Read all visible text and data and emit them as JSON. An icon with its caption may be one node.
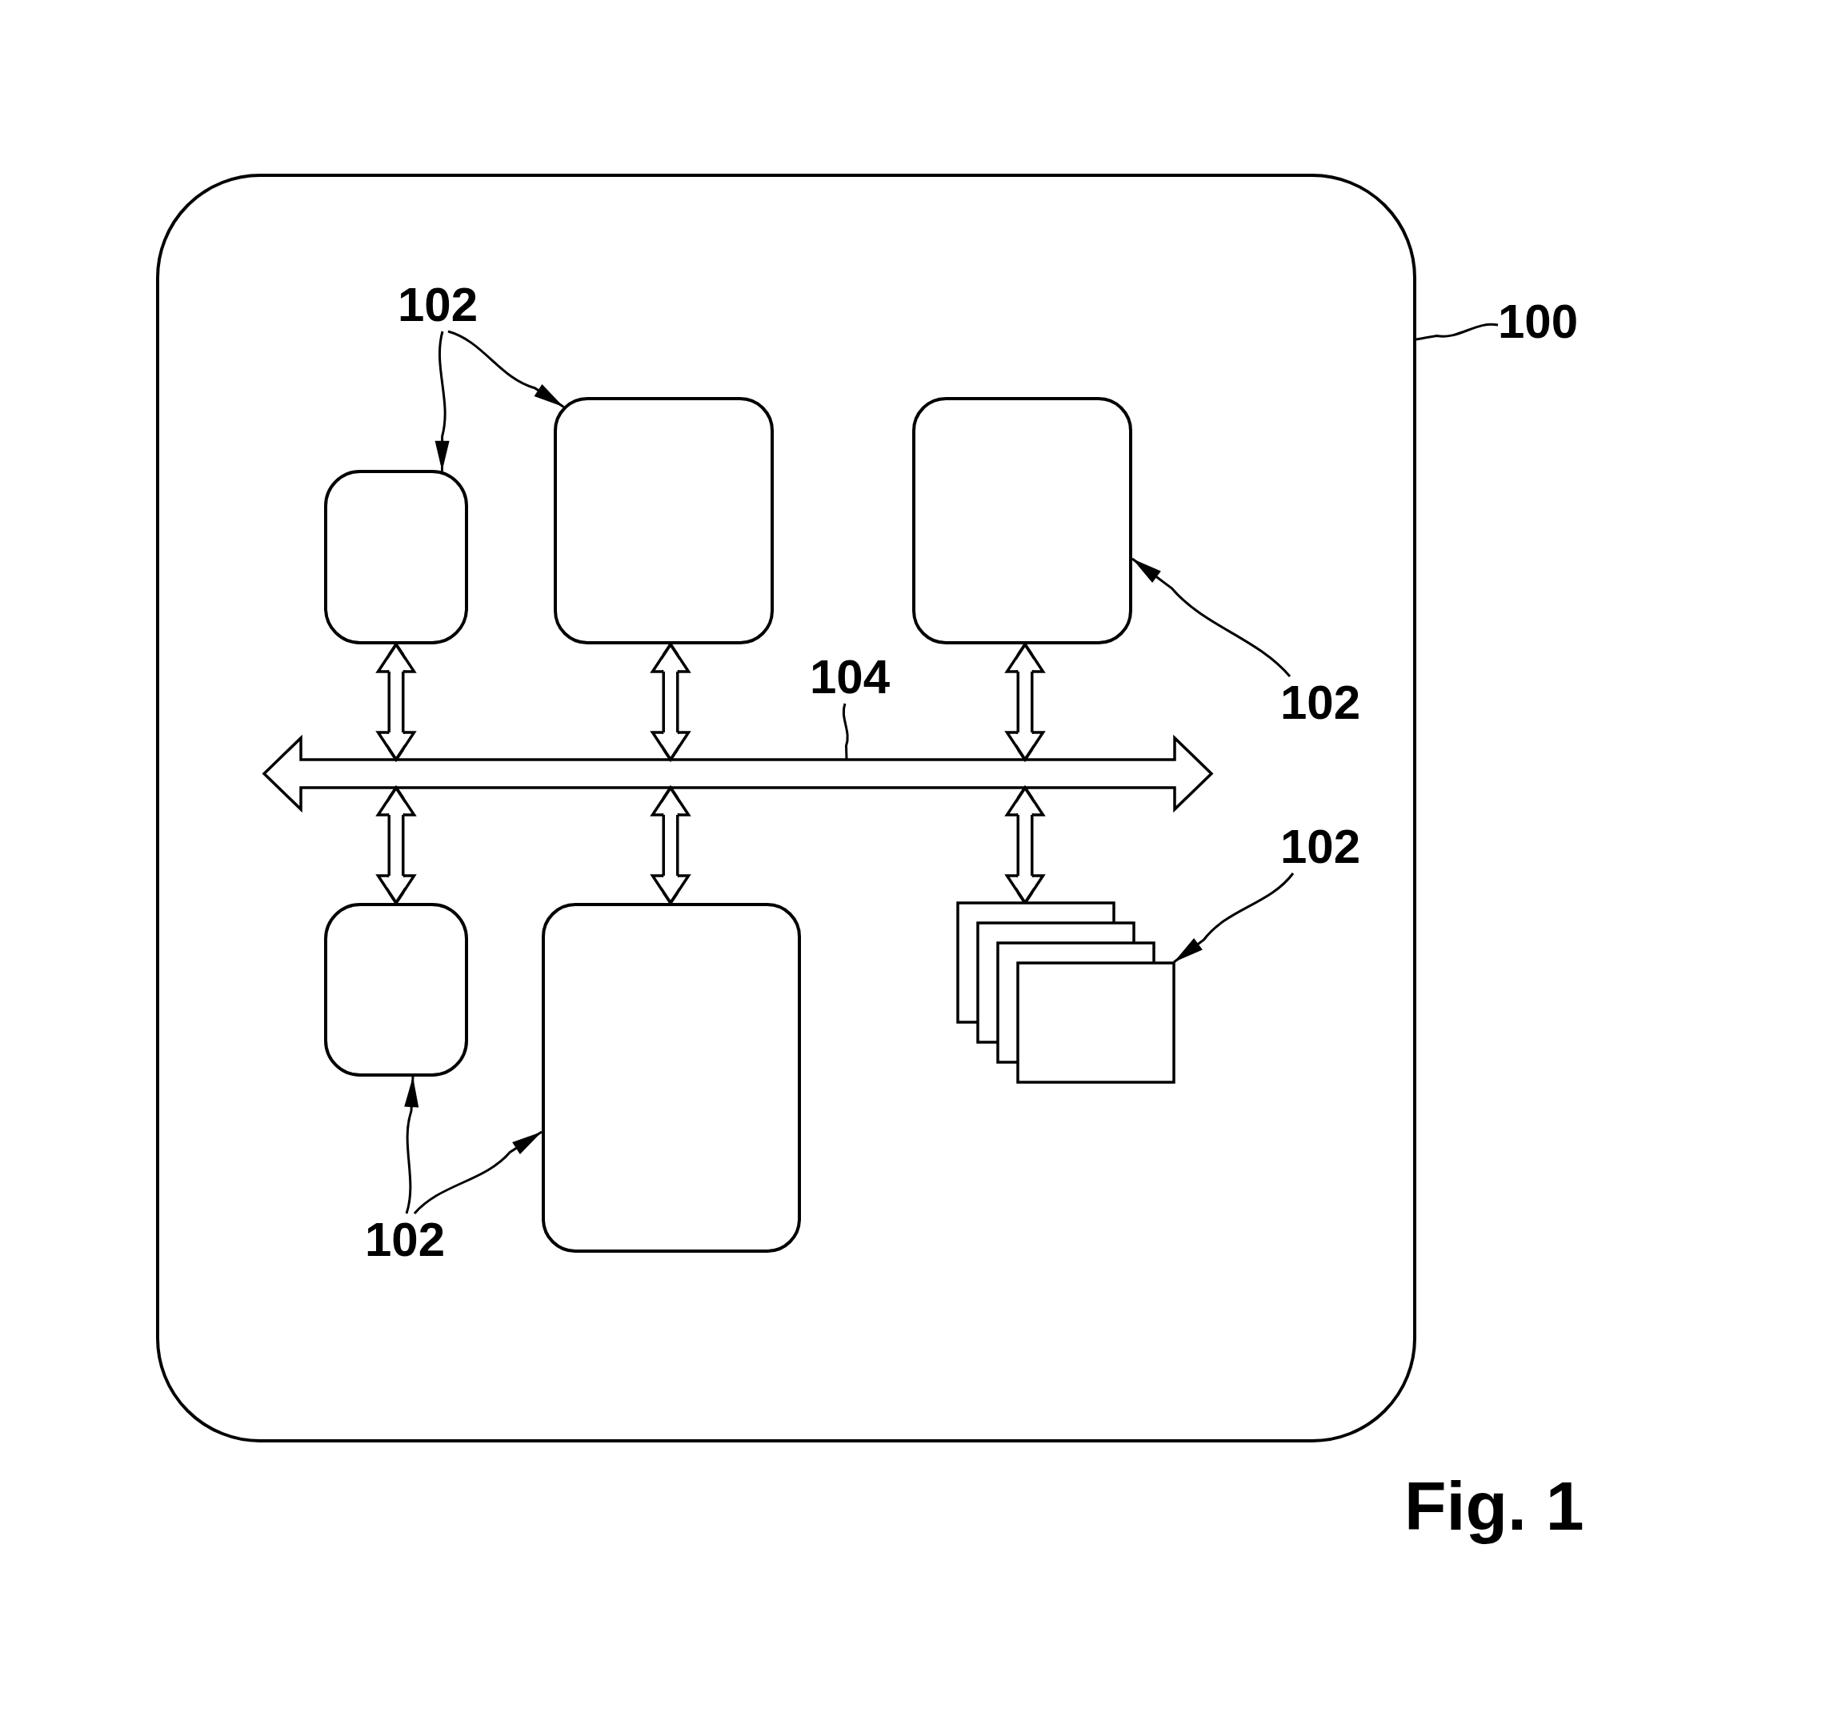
{
  "diagram": {
    "caption": "Fig. 1",
    "nodes": [
      {
        "text": [
          "100"
        ]
      },
      {
        "text": [],
        "shape": "box"
      },
      {
        "text": [
          "102"
        ],
        "in": 1
      },
      {
        "text": [],
        "shape": "box",
        "in": 1
      },
      {
        "text": [],
        "shape": "box",
        "in": 1
      },
      {
        "text": [],
        "shape": "box",
        "in": 1
      },
      {
        "text": [
          "104"
        ],
        "in": 1
      },
      {
        "text": [
          "102"
        ],
        "in": 1
      },
      {
        "text": [],
        "shape": "bar",
        "in": 1
      },
      {
        "text": [
          "102"
        ],
        "in": 1
      },
      {
        "text": [],
        "shape": "box",
        "in": 1
      },
      {
        "text": [],
        "shape": "box",
        "in": 1
      },
      {
        "text": [],
        "shape": "stack",
        "in": 1
      },
      {
        "text": [
          "102"
        ],
        "in": 1
      }
    ],
    "edges": [
      {
        "from": 0,
        "to": 1,
        "arrow": "none"
      },
      {
        "from": 2,
        "to": 3,
        "arrow": "to"
      },
      {
        "from": 2,
        "to": 4,
        "arrow": "to"
      },
      {
        "from": 3,
        "to": 8,
        "arrow": "both",
        "style": "thick"
      },
      {
        "from": 4,
        "to": 8,
        "arrow": "both",
        "style": "thick"
      },
      {
        "from": 5,
        "to": 8,
        "arrow": "both",
        "style": "thick"
      },
      {
        "from": 6,
        "to": 8,
        "arrow": "none"
      },
      {
        "from": 7,
        "to": 5,
        "arrow": "to"
      },
      {
        "from": 8,
        "to": 10,
        "arrow": "both",
        "style": "thick"
      },
      {
        "from": 8,
        "to": 11,
        "arrow": "both",
        "style": "thick"
      },
      {
        "from": 8,
        "to": 12,
        "arrow": "both",
        "style": "thick"
      },
      {
        "from": 9,
        "to": 12,
        "arrow": "to"
      },
      {
        "from": 13,
        "to": 10,
        "arrow": "to"
      },
      {
        "from": 13,
        "to": 11,
        "arrow": "to"
      }
    ]
  }
}
